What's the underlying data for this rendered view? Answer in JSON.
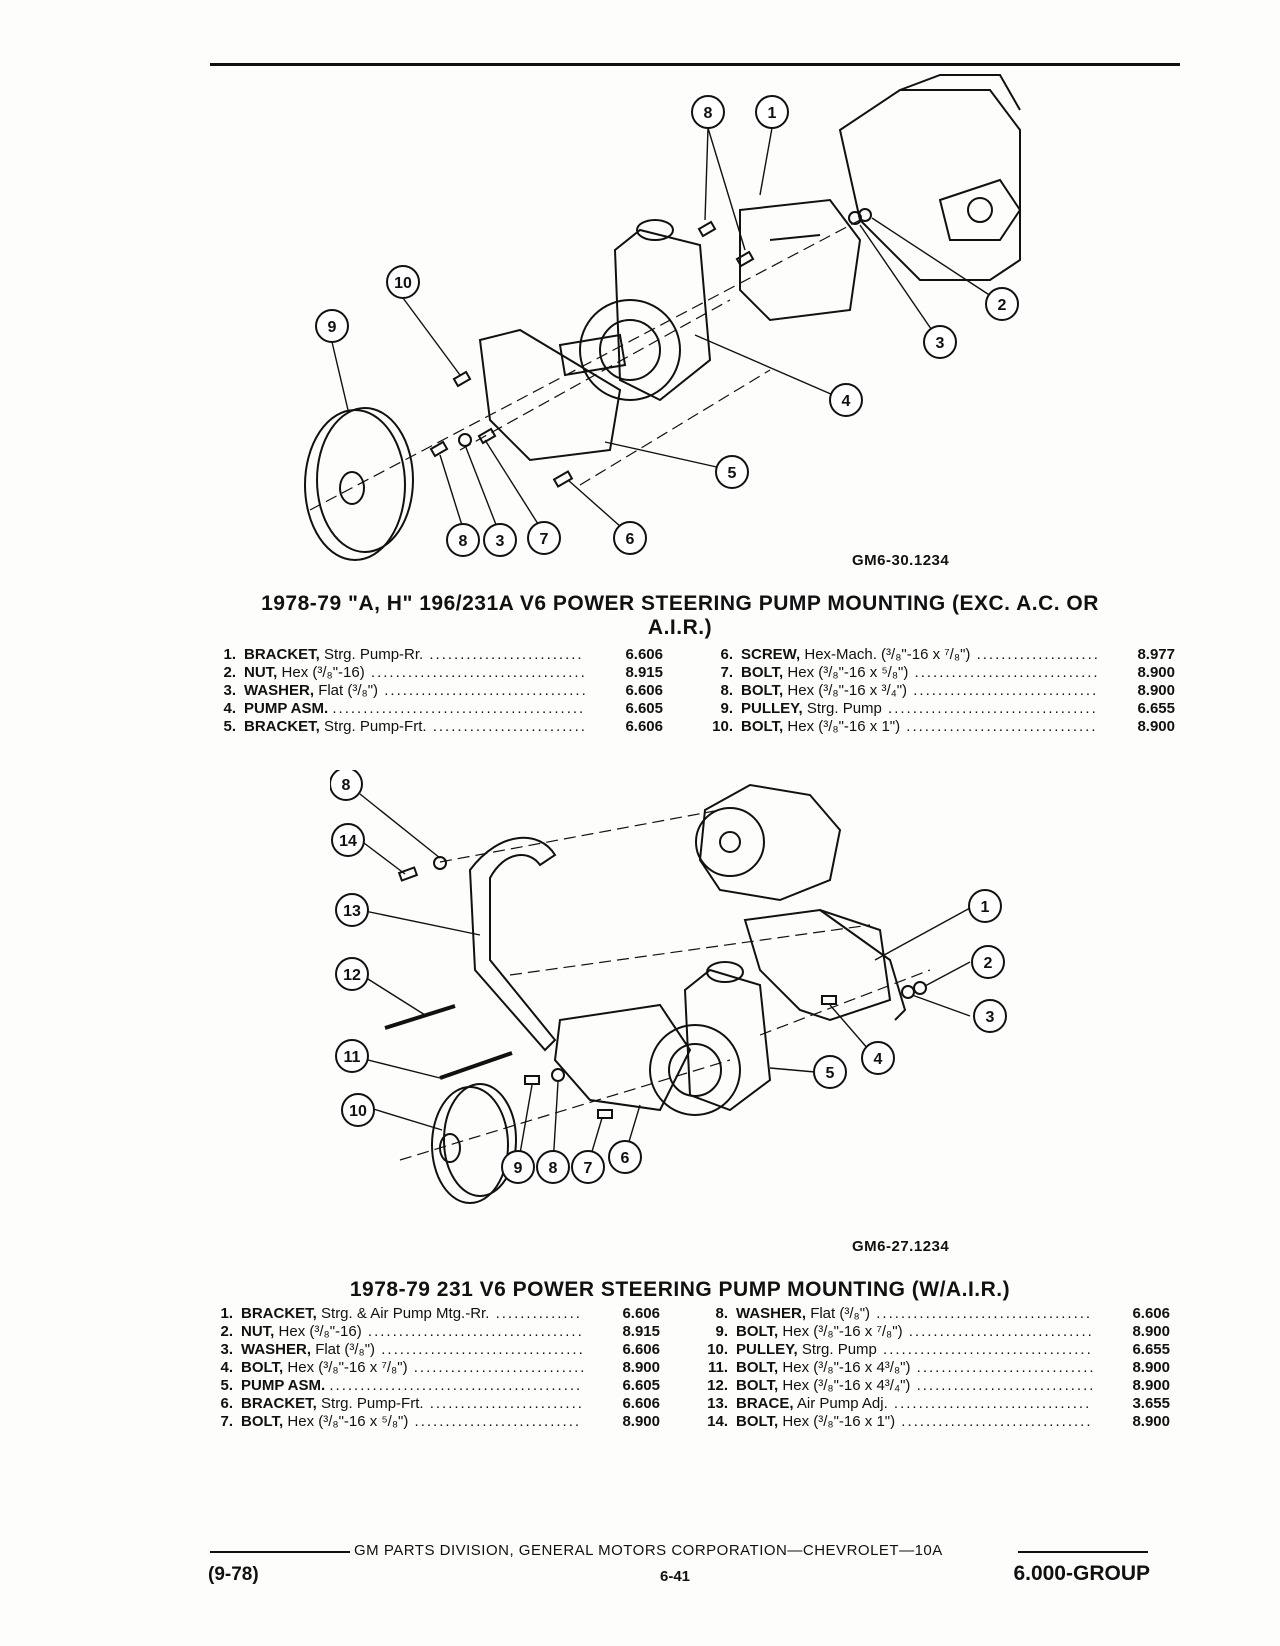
{
  "figure1": {
    "code": "GM6-30.1234",
    "title_line1": "1978-79 \"A, H\" 196/231A V6 POWER STEERING PUMP MOUNTING (EXC. A.C. OR",
    "title_line2": "A.I.R.)",
    "callouts": [
      "8",
      "1",
      "10",
      "9",
      "2",
      "3",
      "4",
      "5",
      "8",
      "3",
      "7",
      "6"
    ],
    "parts_left": [
      {
        "num": "1.",
        "name": "BRACKET,",
        "desc": "Strg. Pump-Rr.",
        "group": "6.606"
      },
      {
        "num": "2.",
        "name": "NUT,",
        "desc": "Hex (³/₈\"-16)",
        "group": "8.915"
      },
      {
        "num": "3.",
        "name": "WASHER,",
        "desc": "Flat (³/₈\")",
        "group": "6.606"
      },
      {
        "num": "4.",
        "name": "PUMP ASM.",
        "desc": "",
        "group": "6.605"
      },
      {
        "num": "5.",
        "name": "BRACKET,",
        "desc": "Strg. Pump-Frt.",
        "group": "6.606"
      }
    ],
    "parts_right": [
      {
        "num": "6.",
        "name": "SCREW,",
        "desc": "Hex-Mach. (³/₈\"-16 x ⁷/₈\")",
        "group": "8.977"
      },
      {
        "num": "7.",
        "name": "BOLT,",
        "desc": "Hex (³/₈\"-16 x ⁵/₈\")",
        "group": "8.900"
      },
      {
        "num": "8.",
        "name": "BOLT,",
        "desc": "Hex (³/₈\"-16 x ³/₄\")",
        "group": "8.900"
      },
      {
        "num": "9.",
        "name": "PULLEY,",
        "desc": "Strg. Pump",
        "group": "6.655"
      },
      {
        "num": "10.",
        "name": "BOLT,",
        "desc": "Hex (³/₈\"-16 x 1\")",
        "group": "8.900"
      }
    ]
  },
  "figure2": {
    "code": "GM6-27.1234",
    "title": "1978-79 231 V6 POWER STEERING PUMP MOUNTING (W/A.I.R.)",
    "callouts": [
      "8",
      "14",
      "13",
      "12",
      "11",
      "10",
      "1",
      "2",
      "3",
      "4",
      "5",
      "9",
      "8",
      "7",
      "6"
    ],
    "parts_left": [
      {
        "num": "1.",
        "name": "BRACKET,",
        "desc": "Strg. & Air Pump Mtg.-Rr.",
        "group": "6.606"
      },
      {
        "num": "2.",
        "name": "NUT,",
        "desc": "Hex (³/₈\"-16)",
        "group": "8.915"
      },
      {
        "num": "3.",
        "name": "WASHER,",
        "desc": "Flat (³/₈\")",
        "group": "6.606"
      },
      {
        "num": "4.",
        "name": "BOLT,",
        "desc": "Hex (³/₈\"-16 x ⁷/₈\")",
        "group": "8.900"
      },
      {
        "num": "5.",
        "name": "PUMP ASM.",
        "desc": "",
        "group": "6.605"
      },
      {
        "num": "6.",
        "name": "BRACKET,",
        "desc": "Strg. Pump-Frt.",
        "group": "6.606"
      },
      {
        "num": "7.",
        "name": "BOLT,",
        "desc": "Hex (³/₈\"-16 x ⁵/₈\")",
        "group": "8.900"
      }
    ],
    "parts_right": [
      {
        "num": "8.",
        "name": "WASHER,",
        "desc": "Flat (³/₈\")",
        "group": "6.606"
      },
      {
        "num": "9.",
        "name": "BOLT,",
        "desc": "Hex (³/₈\"-16 x ⁷/₈\")",
        "group": "8.900"
      },
      {
        "num": "10.",
        "name": "PULLEY,",
        "desc": "Strg. Pump",
        "group": "6.655"
      },
      {
        "num": "11.",
        "name": "BOLT,",
        "desc": "Hex (³/₈\"-16 x 4³/₈\")",
        "group": "8.900"
      },
      {
        "num": "12.",
        "name": "BOLT,",
        "desc": "Hex (³/₈\"-16 x 4³/₄\")",
        "group": "8.900"
      },
      {
        "num": "13.",
        "name": "BRACE,",
        "desc": "Air Pump Adj.",
        "group": "3.655"
      },
      {
        "num": "14.",
        "name": "BOLT,",
        "desc": "Hex (³/₈\"-16 x 1\")",
        "group": "8.900"
      }
    ]
  },
  "footer": {
    "division": "GM PARTS DIVISION, GENERAL MOTORS CORPORATION—CHEVROLET—10A",
    "date": "(9-78)",
    "page": "6-41",
    "group": "6.000-GROUP"
  }
}
